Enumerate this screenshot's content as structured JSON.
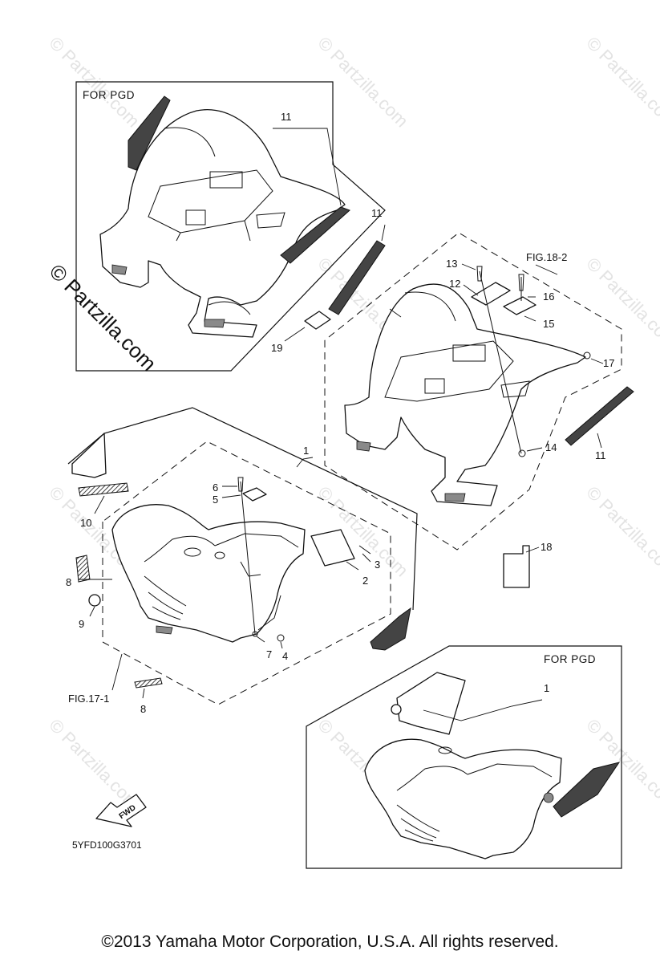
{
  "watermark": {
    "text": "© Partzilla.com",
    "side_text": "© Partzilla.com"
  },
  "frames": [
    {
      "id": "rear-pgd",
      "title": "FOR PGD"
    },
    {
      "id": "front-pgd",
      "title": "FOR PGD"
    }
  ],
  "figure_refs": {
    "rear": "FIG.18-2",
    "front": "FIG.17-1"
  },
  "callouts": {
    "p1a": "1",
    "p1b": "1",
    "p2": "2",
    "p3": "3",
    "p4": "4",
    "p5": "5",
    "p6": "6",
    "p7": "7",
    "p8a": "8",
    "p8b": "8",
    "p9": "9",
    "p10": "10",
    "p11a": "11",
    "p11b": "11",
    "p11c": "11",
    "p12": "12",
    "p13": "13",
    "p14": "14",
    "p15": "15",
    "p16": "16",
    "p17": "17",
    "p18": "18",
    "p19": "19"
  },
  "fwd_label": "FWD",
  "diagram_code": "5YFD100G3701",
  "copyright": "©2013  Yamaha Motor Corporation, U.S.A. All rights reserved."
}
